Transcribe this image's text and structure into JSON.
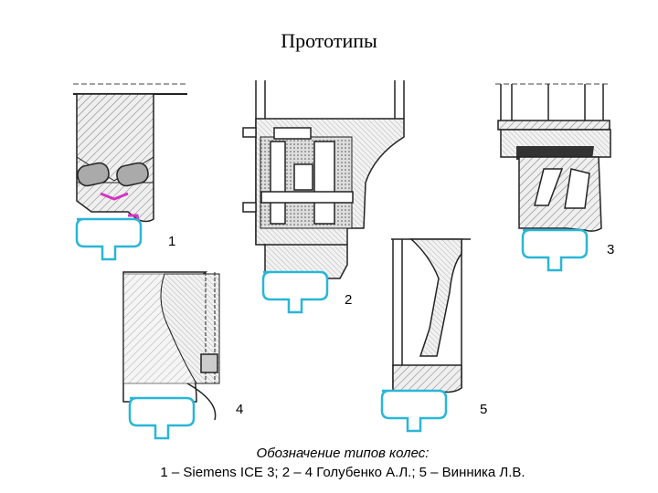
{
  "title": "Прототипы",
  "labels": {
    "w1": "1",
    "w2": "2",
    "w3": "3",
    "w4": "4",
    "w5": "5"
  },
  "caption": {
    "line1": "Обозначение типов колес:",
    "line2": "1 – Siemens ICE 3; 2 – 4 Голубенко А.Л.; 5 – Винника Л.В."
  },
  "colors": {
    "rail": "#29b6d8",
    "accent": "#d633c4",
    "stroke": "#222222",
    "hatch": "#888888",
    "fill_light": "#e6e6e6",
    "fill_mid": "#bdbdbd"
  }
}
